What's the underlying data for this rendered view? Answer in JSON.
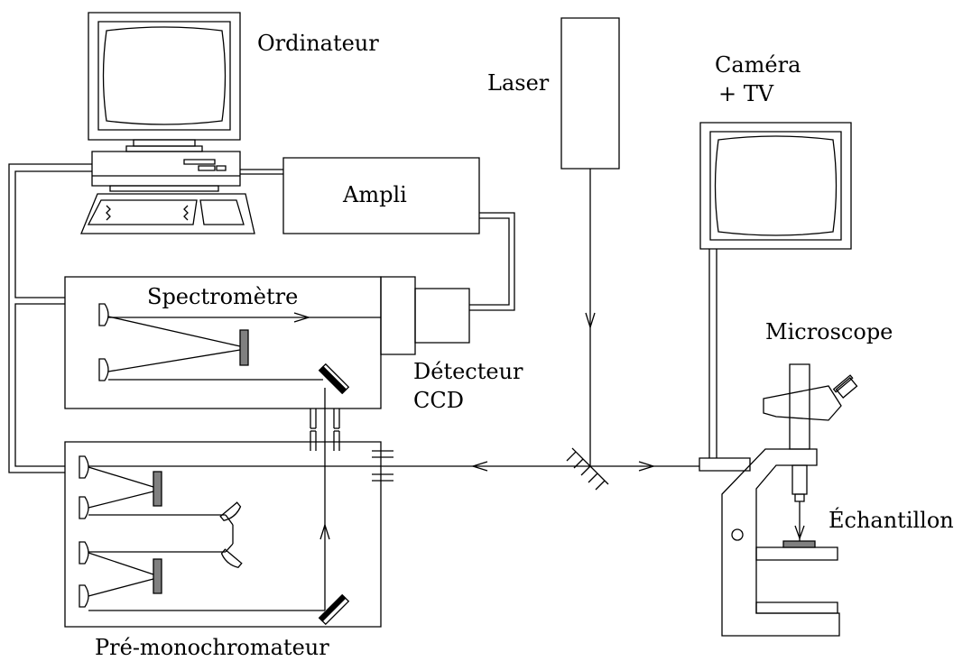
{
  "labels": {
    "ordinateur": "Ordinateur",
    "laser": "Laser",
    "camera_line1": "Caméra",
    "camera_line2": "+ TV",
    "ampli": "Ampli",
    "spectrometre": "Spectromètre",
    "detecteur_line1": "Détecteur",
    "detecteur_line2": "CCD",
    "microscope": "Microscope",
    "echantillon": "Échantillon",
    "pre_monochromateur": "Pré-monochromateur"
  },
  "colors": {
    "stroke": "#000000",
    "fill_gray": "#808080",
    "background": "#ffffff"
  }
}
